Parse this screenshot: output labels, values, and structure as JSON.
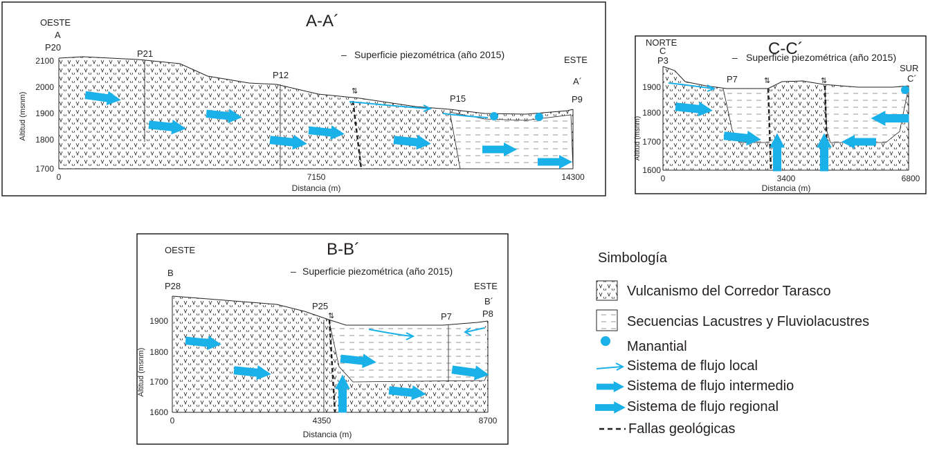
{
  "colors": {
    "accent": "#1ab0e8",
    "ink": "#231f20"
  },
  "common": {
    "piezo_legend": "Superficie piezométrica (año 2015)",
    "xlabel": "Distancia (m)",
    "ylabel": "Altitud (msnm)"
  },
  "sectionA": {
    "title": "A-A´",
    "left_dir": "OESTE",
    "left_letter": "A",
    "right_dir": "ESTE",
    "right_letter": "A´",
    "wells": [
      "P20",
      "P21",
      "P12",
      "P15",
      "P9"
    ],
    "y_ticks": [
      "2100",
      "2000",
      "1900",
      "1800",
      "1700"
    ],
    "x_ticks": [
      "0",
      "7150",
      "14300"
    ]
  },
  "sectionB": {
    "title": "B-B´",
    "left_dir": "OESTE",
    "left_letter": "B",
    "right_dir": "ESTE",
    "right_letter": "B´",
    "wells": [
      "P28",
      "P25",
      "P7",
      "P8"
    ],
    "y_ticks": [
      "1900",
      "1800",
      "1700",
      "1600"
    ],
    "x_ticks": [
      "0",
      "4350",
      "8700"
    ]
  },
  "sectionC": {
    "title": "C-C´",
    "left_dir": "NORTE",
    "left_letter": "C",
    "right_dir": "SUR",
    "right_letter": "C´",
    "wells": [
      "P3",
      "P7"
    ],
    "y_ticks": [
      "1900",
      "1800",
      "1700",
      "1600"
    ],
    "x_ticks": [
      "0",
      "3400",
      "6800"
    ]
  },
  "legend": {
    "title": "Simbología",
    "items": [
      {
        "label": "Vulcanismo del Corredor Tarasco",
        "icon": "volcanic-pattern-icon"
      },
      {
        "label": "Secuencias Lacustres y Fluviolacustres",
        "icon": "lacustrine-pattern-icon"
      },
      {
        "label": "Manantial",
        "icon": "spring-dot-icon"
      },
      {
        "label": "Sistema de flujo local",
        "icon": "thin-arrow-icon"
      },
      {
        "label": "Sistema de flujo intermedio",
        "icon": "medium-arrow-icon"
      },
      {
        "label": "Sistema de flujo regional",
        "icon": "thick-arrow-icon"
      },
      {
        "label": "Fallas geológicas",
        "icon": "dashed-line-icon"
      }
    ]
  }
}
